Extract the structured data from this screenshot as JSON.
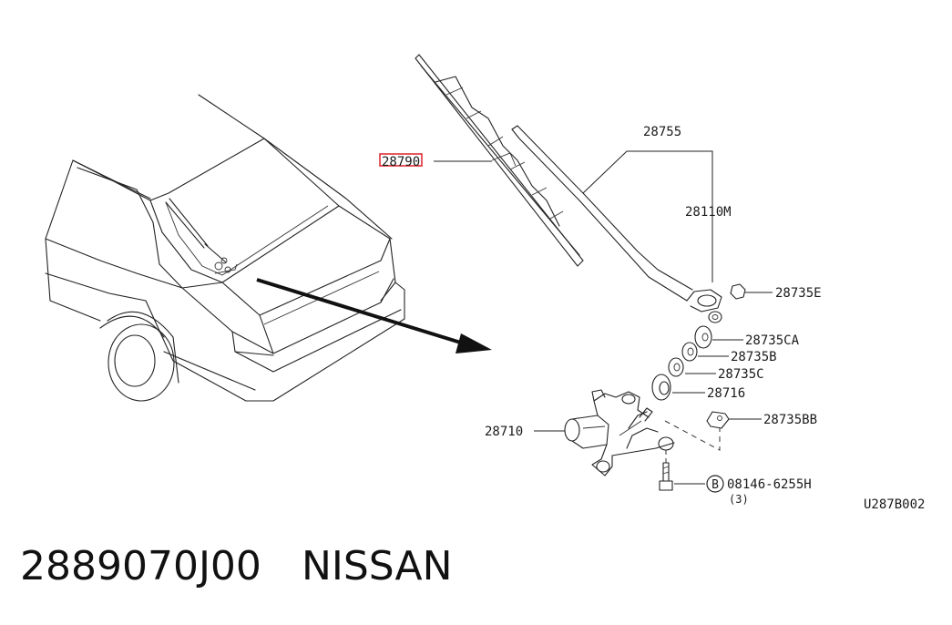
{
  "callouts": {
    "blade": "28790",
    "arm": "28755",
    "arm_sub": "28110M",
    "cap_nut": "28735E",
    "washer_ca": "28735CA",
    "washer_b": "28735B",
    "washer_c": "28735C",
    "bushing": "28716",
    "motor": "28710",
    "clip": "28735BB",
    "bolt": "08146-6255H",
    "bolt_qty": "(3)",
    "bolt_badge": "B",
    "figure_code": "U287B002"
  },
  "footer": {
    "part_number": "2889070J00",
    "brand": "NISSAN"
  },
  "colors": {
    "line": "#222222",
    "highlight_box": "#e0202a",
    "background": "#ffffff"
  }
}
